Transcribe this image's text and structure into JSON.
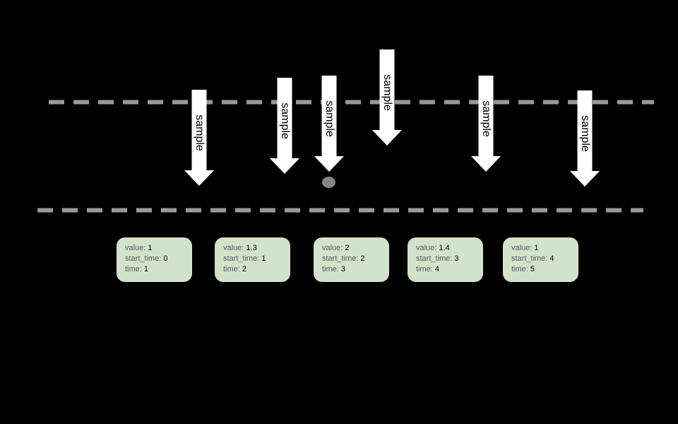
{
  "colors": {
    "background": "#000000",
    "arrow_fill": "#ffffff",
    "arrow_text": "#000000",
    "dashed_line": "#999999",
    "dot": "#848484",
    "card_background": "#d2e3cc",
    "card_label": "#595959",
    "card_value": "#000000"
  },
  "arrows": [
    {
      "label": "sample"
    },
    {
      "label": "sample"
    },
    {
      "label": "sample"
    },
    {
      "label": "sample"
    },
    {
      "label": "sample"
    },
    {
      "label": "sample"
    }
  ],
  "cards": [
    {
      "fields": [
        {
          "label": "value:",
          "value": "1"
        },
        {
          "label": "start_time:",
          "value": "0"
        },
        {
          "label": "time:",
          "value": "1"
        }
      ]
    },
    {
      "fields": [
        {
          "label": "value:",
          "value": "1.3"
        },
        {
          "label": "start_time:",
          "value": "1"
        },
        {
          "label": "time:",
          "value": "2"
        }
      ]
    },
    {
      "fields": [
        {
          "label": "value:",
          "value": "2"
        },
        {
          "label": "start_time:",
          "value": "2"
        },
        {
          "label": "time:",
          "value": "3"
        }
      ]
    },
    {
      "fields": [
        {
          "label": "value:",
          "value": "1.4"
        },
        {
          "label": "start_time:",
          "value": "3"
        },
        {
          "label": "time:",
          "value": "4"
        }
      ]
    },
    {
      "fields": [
        {
          "label": "value:",
          "value": "1"
        },
        {
          "label": "start_time:",
          "value": "4"
        },
        {
          "label": "time:",
          "value": "5"
        }
      ]
    }
  ]
}
